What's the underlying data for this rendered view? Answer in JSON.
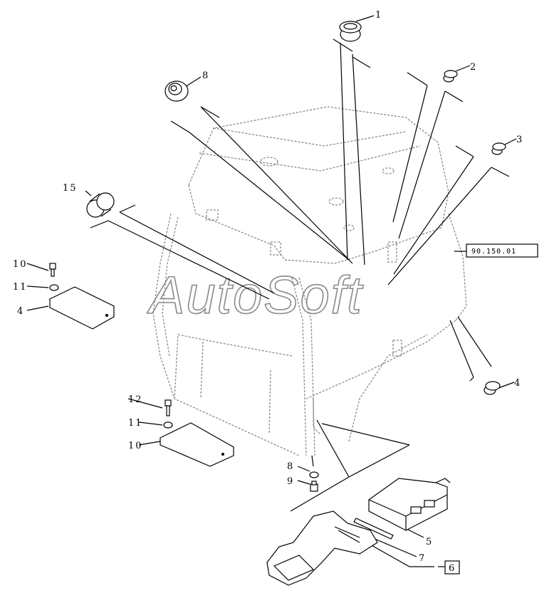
{
  "watermark": "AutoSoft",
  "reference_box": "90.150.01",
  "group_box": "6",
  "callouts": {
    "c1": "1",
    "c2": "2",
    "c3": "3",
    "c4_right": "4",
    "c4_left": "4",
    "c5": "5",
    "c7": "7",
    "c8_top": "8",
    "c8_bottom": "8",
    "c9": "9",
    "c10_lower": "10",
    "c10_upper": "10",
    "c11_upper": "11",
    "c11_lower": "11",
    "c12": "12",
    "c15": "15"
  },
  "colors": {
    "line": "#000000",
    "cab_outline": "#8a8a8a",
    "watermark": "#8a8a8a"
  }
}
